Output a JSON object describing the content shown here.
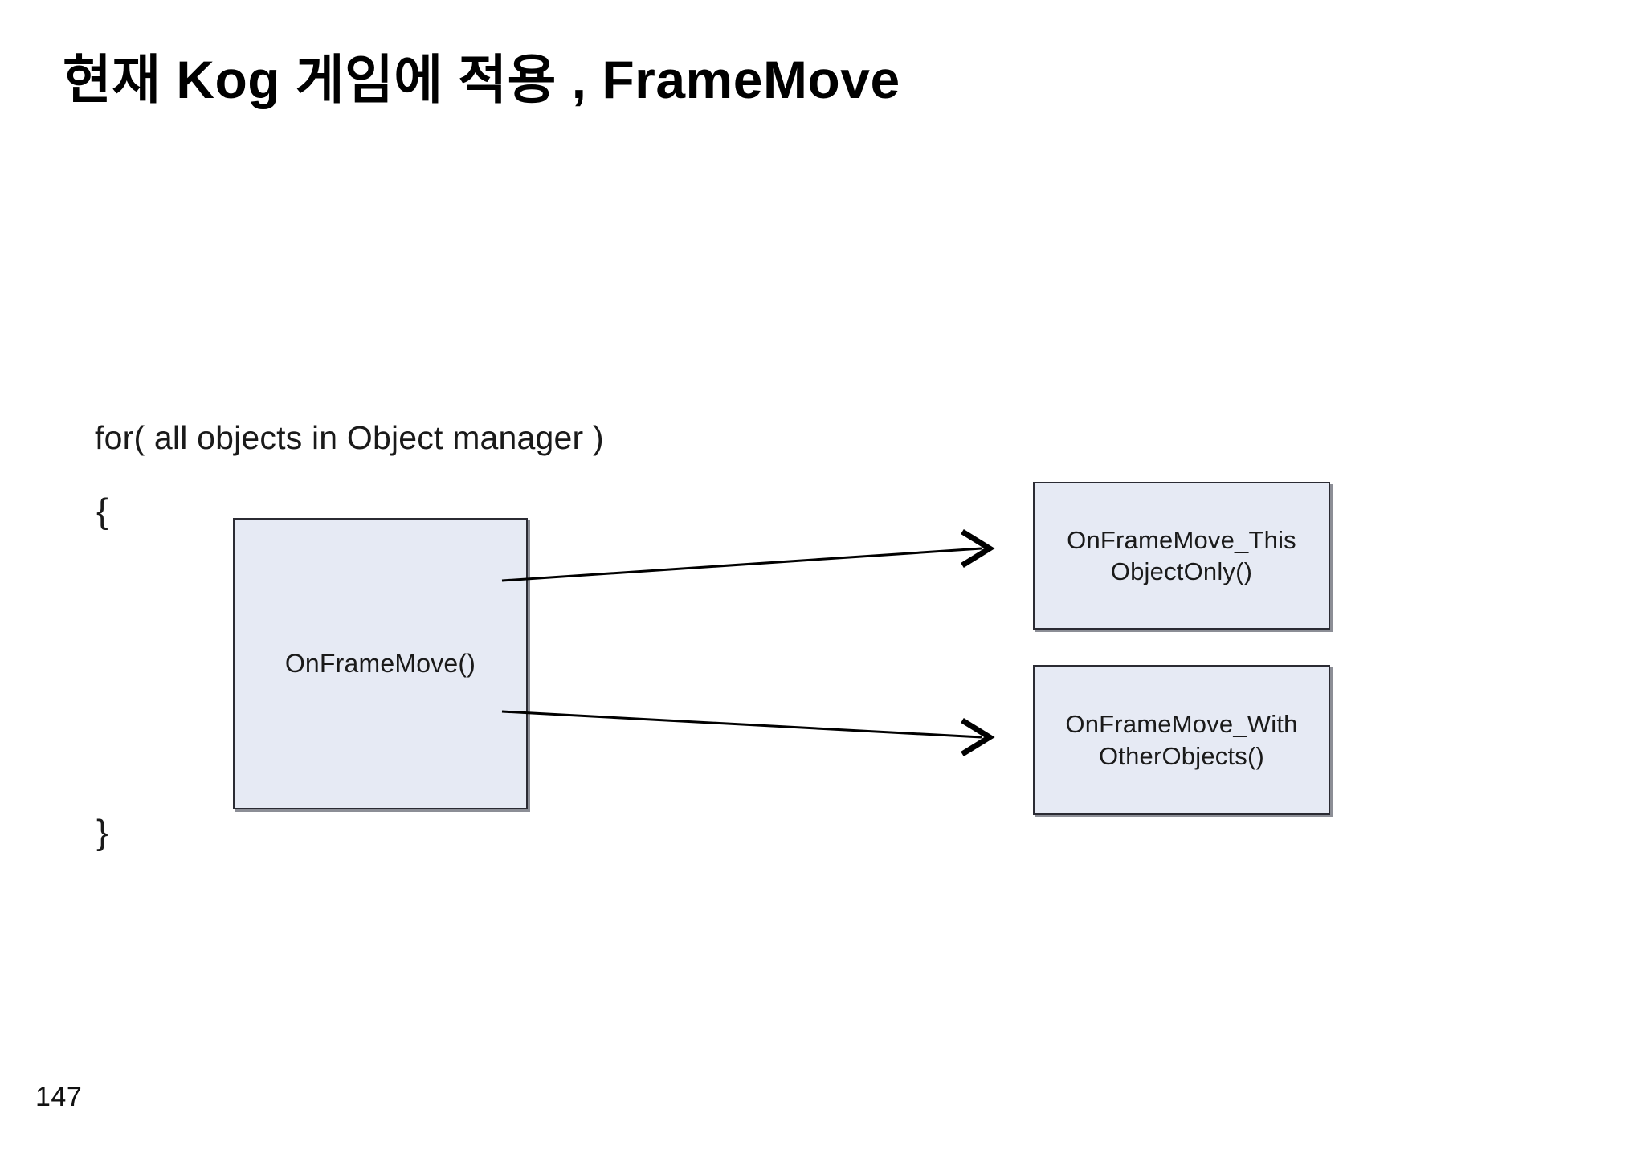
{
  "slide": {
    "title": "현재  Kog  게임에 적용 , FrameMove",
    "page_number": "147",
    "background_color": "#ffffff"
  },
  "pseudocode": {
    "for_line": "for( all objects in Object manager )",
    "open_brace": "{",
    "close_brace": "}"
  },
  "diagram": {
    "box_fill_color": "#e6eaf4",
    "box_border_color": "#2b2b33",
    "box_shadow_color": "#787a84",
    "arrow_color": "#000000",
    "boxes": [
      {
        "id": "main",
        "label": "OnFrameMove()"
      },
      {
        "id": "this-object",
        "label": "OnFrameMove_This ObjectOnly()"
      },
      {
        "id": "other-objects",
        "label": "OnFrameMove_With OtherObjects()"
      }
    ],
    "connectors": [
      {
        "from": "main",
        "to": "this-object",
        "style": "arrow"
      },
      {
        "from": "main",
        "to": "other-objects",
        "style": "arrow"
      }
    ]
  }
}
